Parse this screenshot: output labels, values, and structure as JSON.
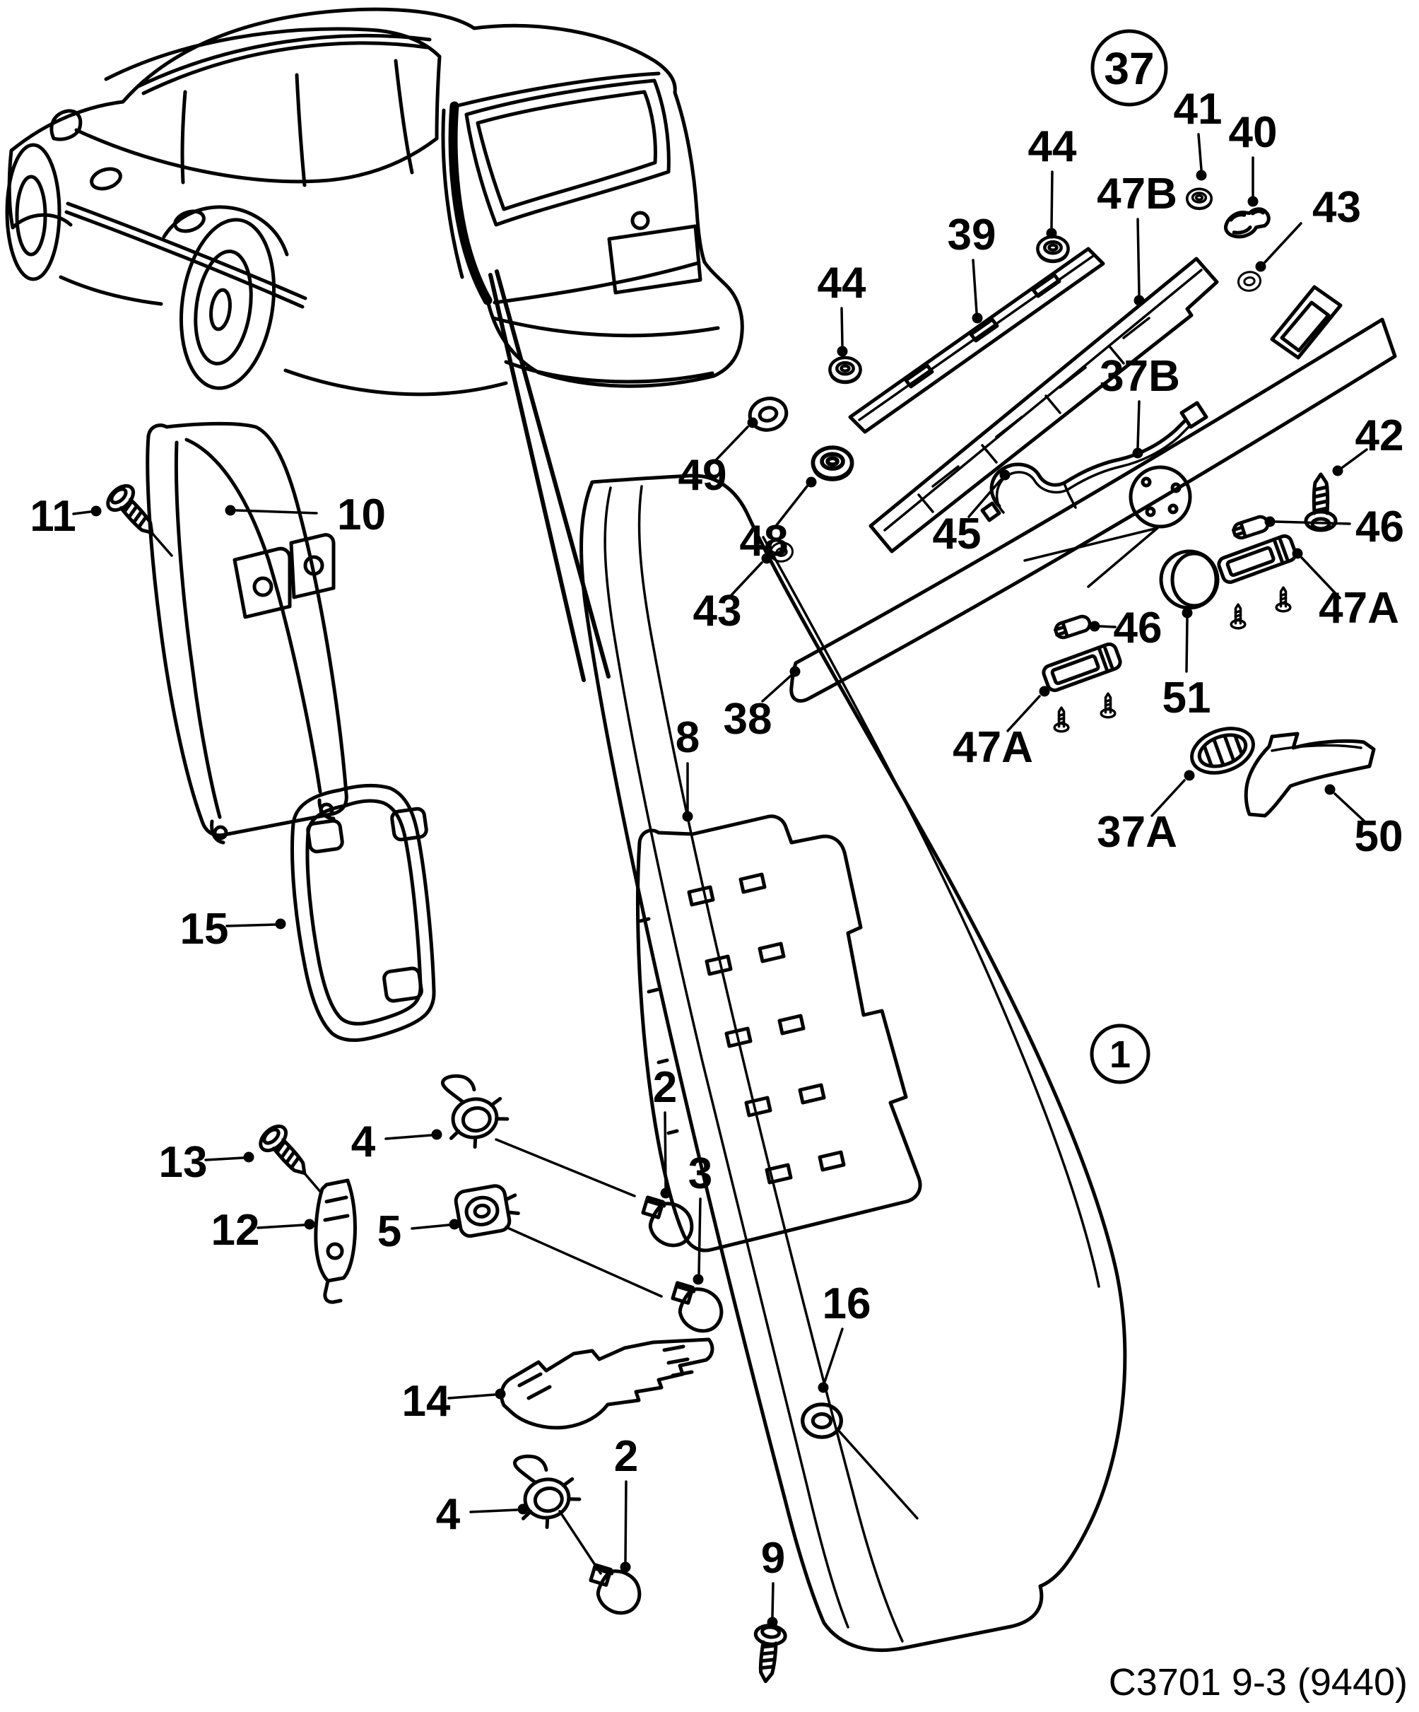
{
  "diagram": {
    "background": "#ffffff",
    "line_color": "#000000",
    "drawing_code": "C3701 9-3 (9440)",
    "circled_refs": {
      "r37": "37",
      "r1": "1"
    },
    "callouts": {
      "c11": "11",
      "c10": "10",
      "c15": "15",
      "c8": "8",
      "c38": "38",
      "c2a": "2",
      "c3": "3",
      "c16": "16",
      "c13": "13",
      "c12": "12",
      "c4a": "4",
      "c5": "5",
      "c14": "14",
      "c4b": "4",
      "c2b": "2",
      "c9": "9",
      "c44a": "44",
      "c44b": "44",
      "c39": "39",
      "c47b": "47B",
      "c41": "41",
      "c40": "40",
      "c43a": "43",
      "c37b": "37B",
      "c42": "42",
      "c45": "45",
      "c48": "48",
      "c49": "49",
      "c43b": "43",
      "c46a": "46",
      "c47aa": "47A",
      "c46b": "46",
      "c51": "51",
      "c47ab": "47A",
      "c37a": "37A",
      "c50": "50"
    }
  }
}
